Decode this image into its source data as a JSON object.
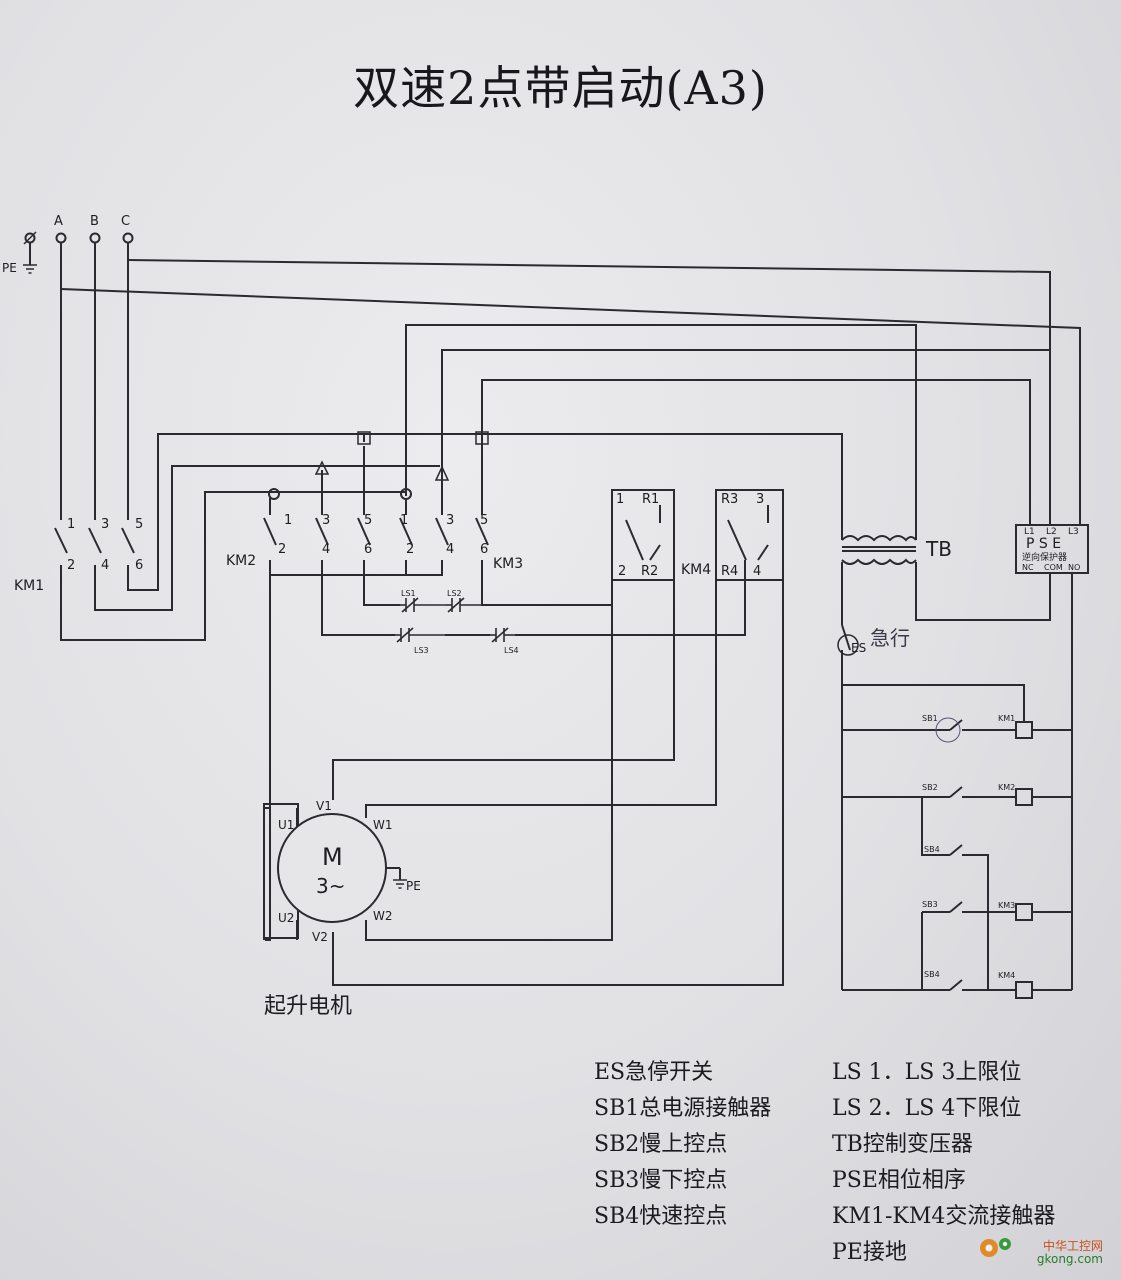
{
  "title": "双速2点带启动(A3)",
  "phases": [
    "A",
    "B",
    "C"
  ],
  "pe_label": "PE",
  "contactors": {
    "km1": "KM1",
    "km2": "KM2",
    "km3": "KM3",
    "km4": "KM4"
  },
  "contact_numbers": {
    "top": [
      "1",
      "3",
      "5"
    ],
    "bottom": [
      "2",
      "4",
      "6"
    ]
  },
  "limit_switches": [
    "LS1",
    "LS2",
    "LS3",
    "LS4"
  ],
  "relay_terminals": {
    "r_left": [
      "1",
      "R1",
      "2",
      "R2"
    ],
    "r_right": [
      "R3",
      "3",
      "R4",
      "4"
    ]
  },
  "transformer": "TB",
  "pse": {
    "letters": "P S E",
    "inputs": [
      "L1",
      "L2",
      "L3"
    ],
    "name": "逆向保护器",
    "outputs": [
      "NC",
      "COM",
      "NO"
    ]
  },
  "es_label": "ES",
  "es_note": "急行",
  "control_buttons": [
    "SB1",
    "SB2",
    "SB4",
    "SB3",
    "SB4"
  ],
  "control_coils": [
    "KM1",
    "KM2",
    "KM3",
    "KM4"
  ],
  "motor": {
    "letter": "M",
    "phase": "3~",
    "terminals": [
      "U1",
      "V1",
      "W1",
      "U2",
      "V2",
      "W2"
    ],
    "pe": "PE",
    "caption": "起升电机"
  },
  "legend_left": [
    "ES急停开关",
    "SB1总电源接触器",
    "SB2慢上控点",
    "SB3慢下控点",
    "SB4快速控点"
  ],
  "legend_right": [
    "LS 1．LS 3上限位",
    "LS 2．LS 4下限位",
    "TB控制变压器",
    "PSE相位相序",
    "KM1-KM4交流接触器",
    "PE接地"
  ],
  "watermark": {
    "line1": "中华工控网",
    "line2": "gkong.com"
  }
}
